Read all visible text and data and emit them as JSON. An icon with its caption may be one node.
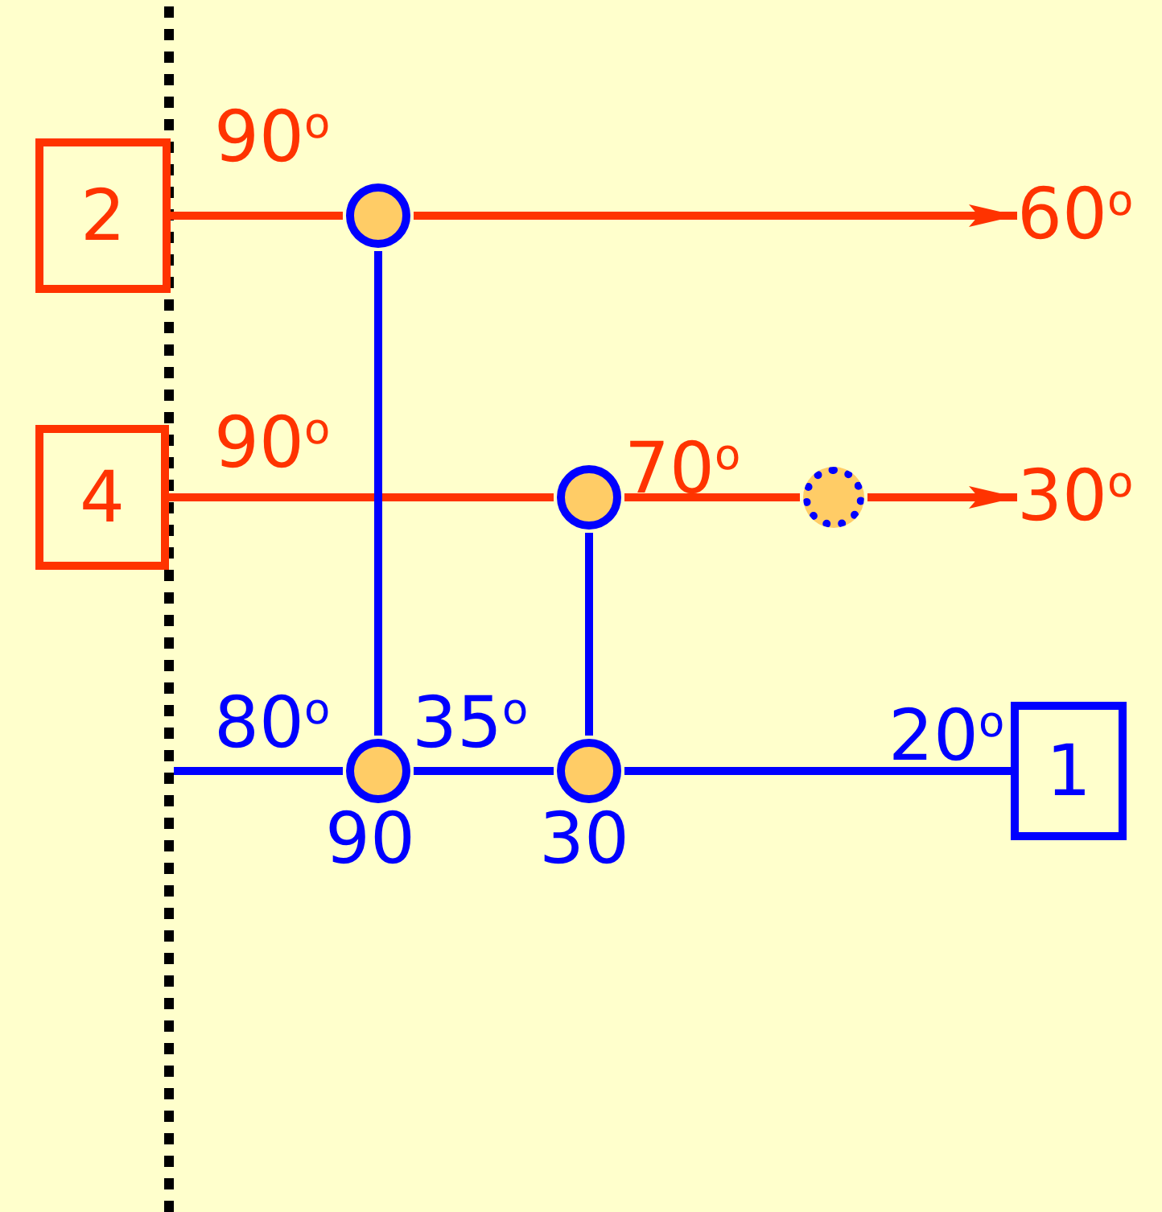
{
  "diagram": {
    "nodes": [
      {
        "text": [
          "2"
        ]
      },
      {
        "text": [],
        "shape": "circle"
      },
      {
        "text": [
          "60$^{o}$"
        ]
      },
      {
        "text": [
          "4"
        ]
      },
      {
        "text": [],
        "shape": "circle"
      },
      {
        "text": [],
        "shape": "circle"
      },
      {
        "text": [
          "30$^{o}$"
        ]
      },
      {
        "text": [],
        "shape": "circle"
      },
      {
        "text": [],
        "shape": "circle"
      },
      {
        "text": [
          "1"
        ]
      }
    ],
    "edges": [
      {
        "from": 0,
        "to": 1,
        "arrow": "none",
        "color": "#ff3300"
      },
      {
        "from": 1,
        "to": 2,
        "arrow": "to",
        "color": "#ff3300"
      },
      {
        "from": 3,
        "to": 4,
        "arrow": "none",
        "color": "#ff3300"
      },
      {
        "from": 4,
        "to": 5,
        "arrow": "none",
        "color": "#ff3300"
      },
      {
        "from": 5,
        "to": 6,
        "arrow": "to",
        "color": "#ff3300"
      },
      {
        "from": 1,
        "to": 7,
        "arrow": "none",
        "color": "#0000ff"
      },
      {
        "from": 4,
        "to": 8,
        "arrow": "none",
        "color": "#0000ff"
      },
      {
        "from": 9,
        "to": 8,
        "arrow": "none",
        "color": "#0000ff"
      },
      {
        "from": 8,
        "to": 7,
        "arrow": "none",
        "color": "#0000ff"
      },
      {
        "from": 7,
        "to": null,
        "arrow": "none",
        "color": "#0000ff"
      }
    ],
    "labels": [
      "90$^{o}$",
      "90$^{o}$",
      "70$^{o}$",
      "80$^{o}$",
      "35$^{o}$",
      "20$^{o}$",
      "90",
      "30"
    ]
  }
}
